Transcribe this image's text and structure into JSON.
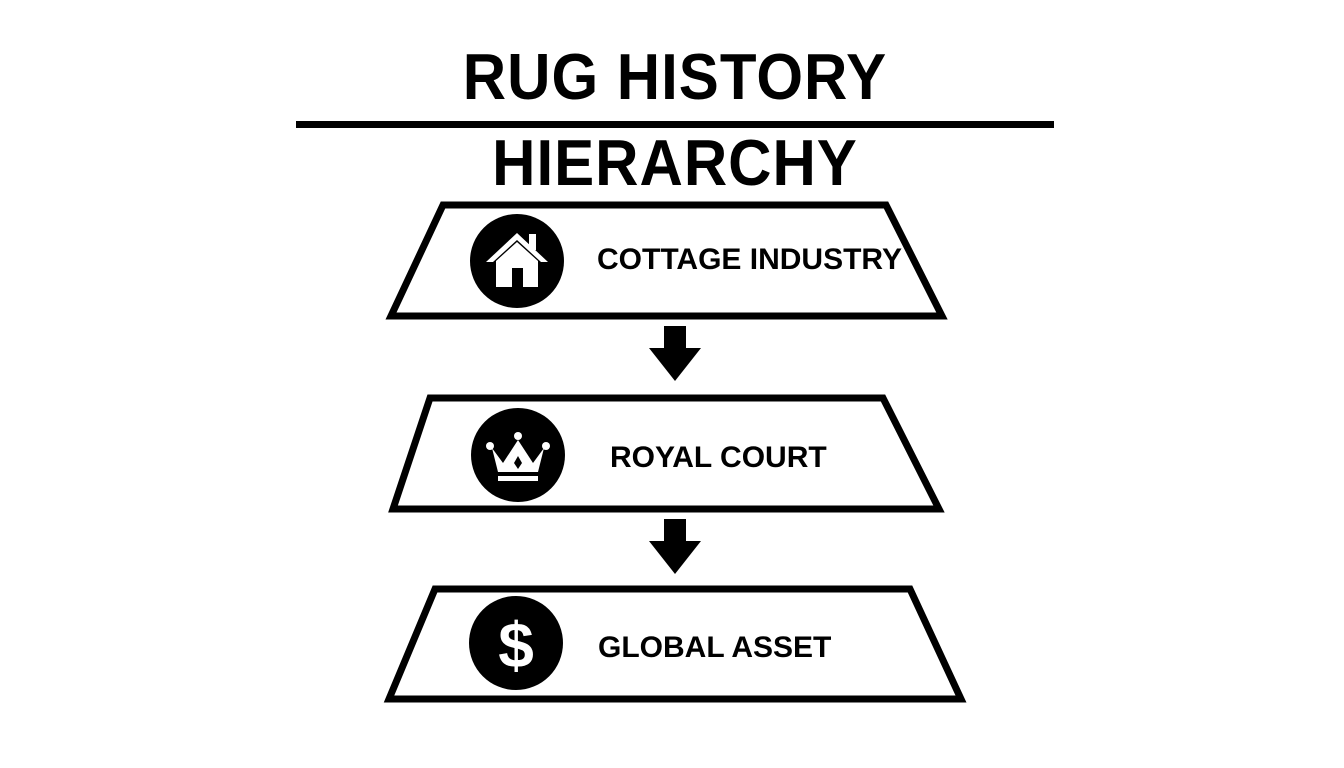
{
  "title": "RUG HISTORY HIERARCHY",
  "colors": {
    "ink": "#000000",
    "background": "#ffffff"
  },
  "levels": [
    {
      "label": "COTTAGE INDUSTRY",
      "icon": "house-icon"
    },
    {
      "label": "ROYAL COURT",
      "icon": "crown-icon"
    },
    {
      "label": "GLOBAL ASSET",
      "icon": "dollar-icon"
    }
  ],
  "connectors": [
    {
      "from": "COTTAGE INDUSTRY",
      "to": "ROYAL COURT"
    },
    {
      "from": "ROYAL COURT",
      "to": "GLOBAL ASSET"
    }
  ]
}
